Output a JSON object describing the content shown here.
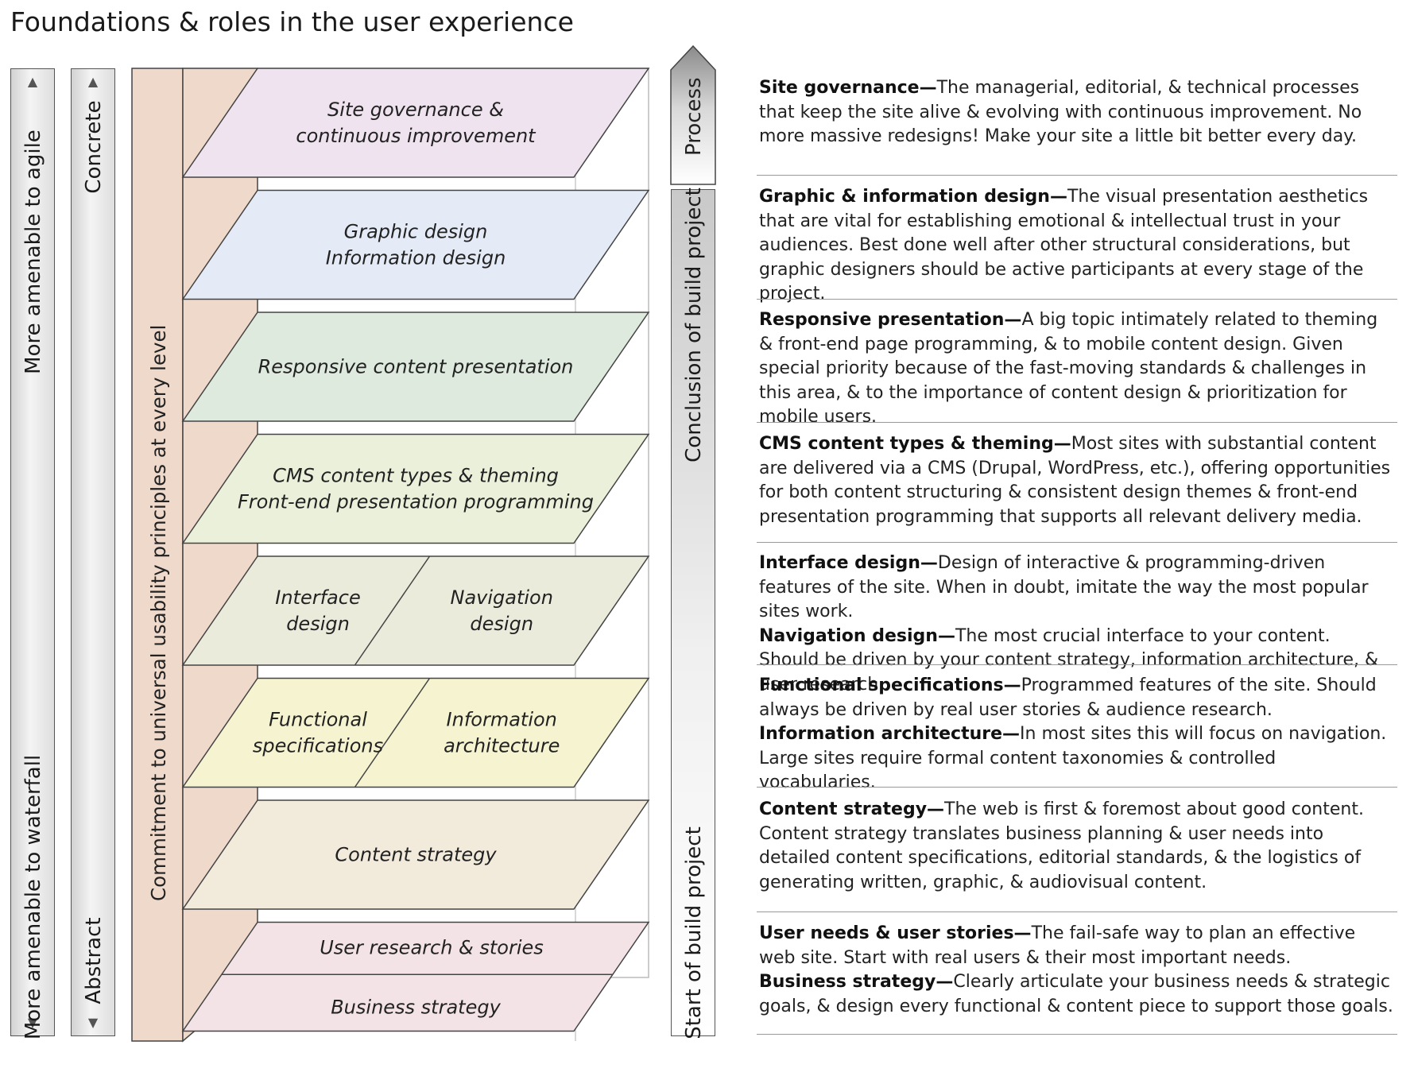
{
  "title": "Foundations & roles in the user experience",
  "left_bars": {
    "agile_label": "More amenable to agile",
    "waterfall_label": "More amenable to waterfall",
    "concrete_label": "Concrete",
    "abstract_label": "Abstract"
  },
  "commitment_label": "Commitment to universal usability principles at every level",
  "layers": [
    {
      "lines": [
        "Site governance &",
        "continuous improvement"
      ],
      "color": "#efe3ef"
    },
    {
      "lines": [
        "Graphic design",
        "Information design"
      ],
      "color": "#e5ebf6"
    },
    {
      "lines": [
        "Responsive content presentation"
      ],
      "color": "#deeadd"
    },
    {
      "lines": [
        "CMS content types & theming",
        "Front-end presentation programming"
      ],
      "color": "#ebf0da"
    },
    {
      "left": [
        "Interface",
        "design"
      ],
      "right": [
        "Navigation",
        "design"
      ],
      "color": "#ebebdc"
    },
    {
      "left": [
        "Functional",
        "specifications"
      ],
      "right": [
        "Information",
        "architecture"
      ],
      "color": "#f5f3d0"
    },
    {
      "lines": [
        "Content strategy"
      ],
      "color": "#f2ebdc"
    },
    {
      "top": "User research & stories",
      "bottom": "Business strategy",
      "color": "#f3e3e6"
    }
  ],
  "right_bars": {
    "process_label": "Process",
    "conclusion_label": "Conclusion of build project",
    "start_label": "Start of build project"
  },
  "descriptions": [
    {
      "items": [
        {
          "term": "Site governance—",
          "text": "The managerial, editorial, & technical processes that keep the site alive & evolving with continuous improvement. No more massive redesigns! Make your site a little bit better every day."
        }
      ]
    },
    {
      "items": [
        {
          "term": "Graphic & information design—",
          "text": "The visual presentation aesthetics that are vital for establishing emotional & intellectual trust in your audiences. Best done well after other structural considerations, but graphic designers should be active participants at every stage of the project."
        }
      ]
    },
    {
      "items": [
        {
          "term": "Responsive presentation—",
          "text": "A big topic intimately related to theming & front-end page programming, & to mobile content design. Given special priority because of the fast-moving standards & challenges in this area, & to the importance of content design & prioritization for mobile users."
        }
      ]
    },
    {
      "items": [
        {
          "term": "CMS content types & theming—",
          "text": "Most sites with substantial content are delivered via a CMS (Drupal, WordPress, etc.), offering opportunities for both content structuring & consistent design themes & front-end presentation programming that supports all relevant delivery media."
        }
      ]
    },
    {
      "items": [
        {
          "term": "Interface design—",
          "text": "Design of interactive & programming-driven features of the site.  When in doubt, imitate the way the most popular sites work."
        },
        {
          "term": "Navigation design—",
          "text": "The most crucial interface to your content. Should be driven by your content strategy, information architecture, & user research."
        }
      ]
    },
    {
      "items": [
        {
          "term": "Functional specifications—",
          "text": "Programmed features of the site. Should always be driven by real user stories & audience research."
        },
        {
          "term": "Information architecture—",
          "text": "In most sites this will focus on navigation. Large sites require formal content taxonomies & controlled vocabularies."
        }
      ]
    },
    {
      "items": [
        {
          "term": "Content strategy—",
          "text": "The web is first & foremost about good content. Content strategy translates business planning & user needs into detailed content specifications, editorial standards, & the logistics of generating written, graphic, & audiovisual content."
        }
      ]
    },
    {
      "items": [
        {
          "term": "User needs & user stories—",
          "text": "The fail-safe way to plan an effective web site. Start with real users & their most important needs."
        },
        {
          "term": "Business strategy—",
          "text": "Clearly articulate your business needs & strategic goals, & design every functional & content piece to support those goals."
        }
      ]
    }
  ]
}
